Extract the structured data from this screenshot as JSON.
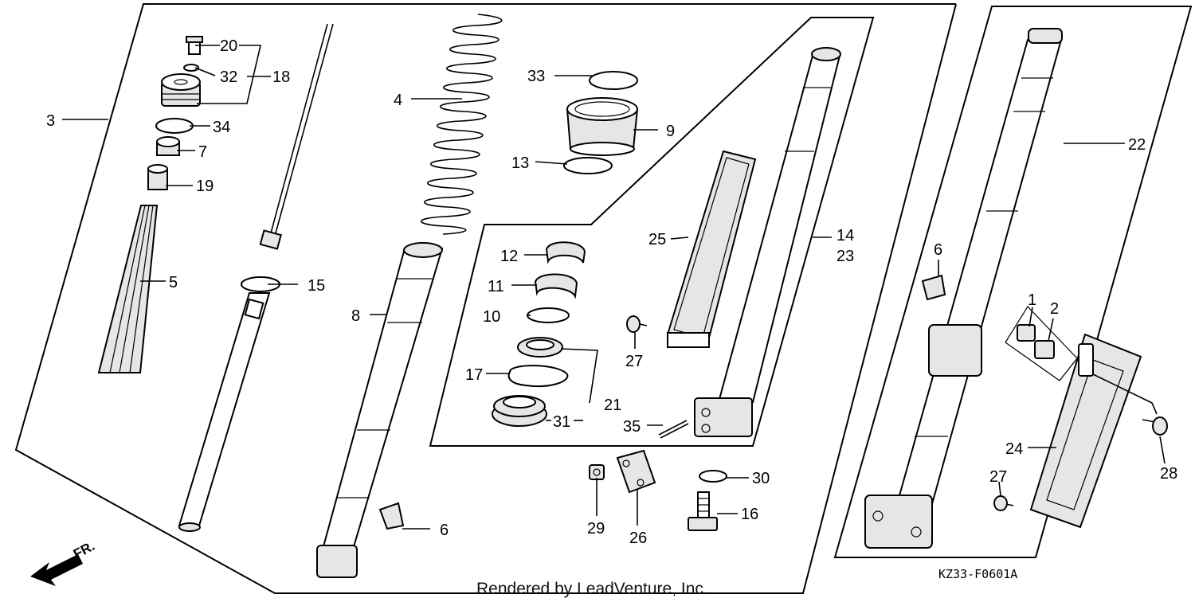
{
  "diagram": {
    "credit": "Rendered by LeadVenture, Inc.",
    "diagram_code": "KZ33-F0601A",
    "direction_label": "FR.",
    "callouts": {
      "c1": "1",
      "c2": "2",
      "c3": "3",
      "c4": "4",
      "c5": "5",
      "c6a": "6",
      "c6b": "6",
      "c7": "7",
      "c8": "8",
      "c9": "9",
      "c10": "10",
      "c11": "11",
      "c12": "12",
      "c13": "13",
      "c14": "14",
      "c15": "15",
      "c16": "16",
      "c17": "17",
      "c18": "18",
      "c19": "19",
      "c20": "20",
      "c21": "21",
      "c22": "22",
      "c23": "23",
      "c24": "24",
      "c25": "25",
      "c26": "26",
      "c27a": "27",
      "c27b": "27",
      "c28": "28",
      "c29": "29",
      "c30": "30",
      "c31": "31",
      "c32": "32",
      "c33": "33",
      "c34": "34",
      "c35": "35"
    }
  }
}
